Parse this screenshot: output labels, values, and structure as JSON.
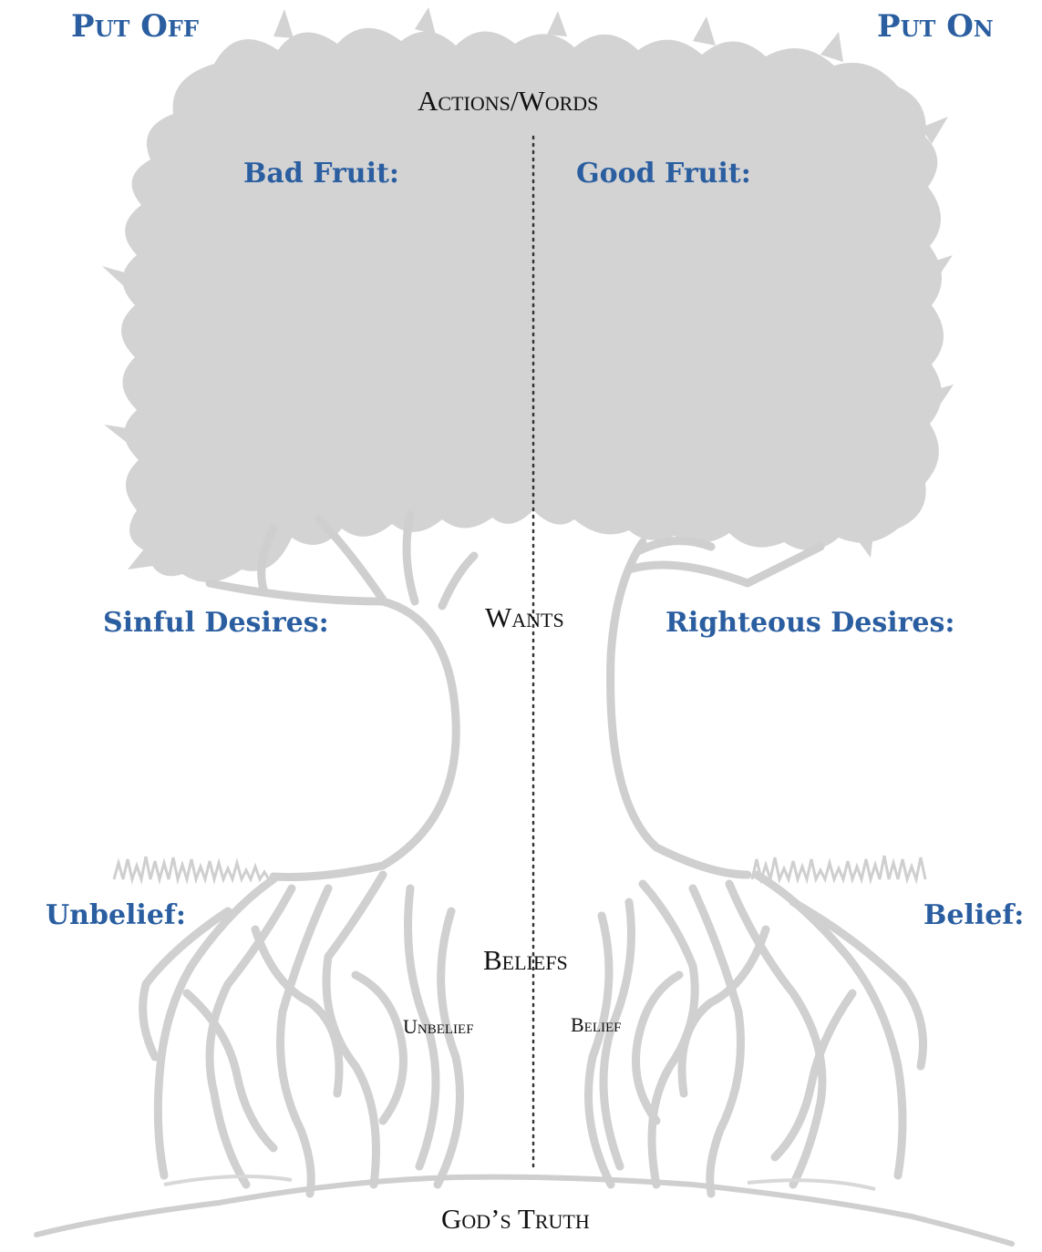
{
  "header": {
    "left": "Put Off",
    "right": "Put On"
  },
  "canopy": {
    "title": "Actions/Words",
    "left_label": "Bad Fruit:",
    "right_label": "Good Fruit:"
  },
  "trunk": {
    "title": "Wants",
    "left_label": "Sinful Desires:",
    "right_label": "Righteous Desires:"
  },
  "roots": {
    "title": "Beliefs",
    "left_label": "Unbelief:",
    "right_label": "Belief:",
    "left_sub": "Unbelief",
    "right_sub": "Belief"
  },
  "ground": {
    "title": "God’s Truth"
  },
  "colors": {
    "heading_blue": "#2a5ea0",
    "canopy_fill": "#d3d3d3",
    "line_gray": "#cfcfcf",
    "text_dark": "#111111"
  }
}
